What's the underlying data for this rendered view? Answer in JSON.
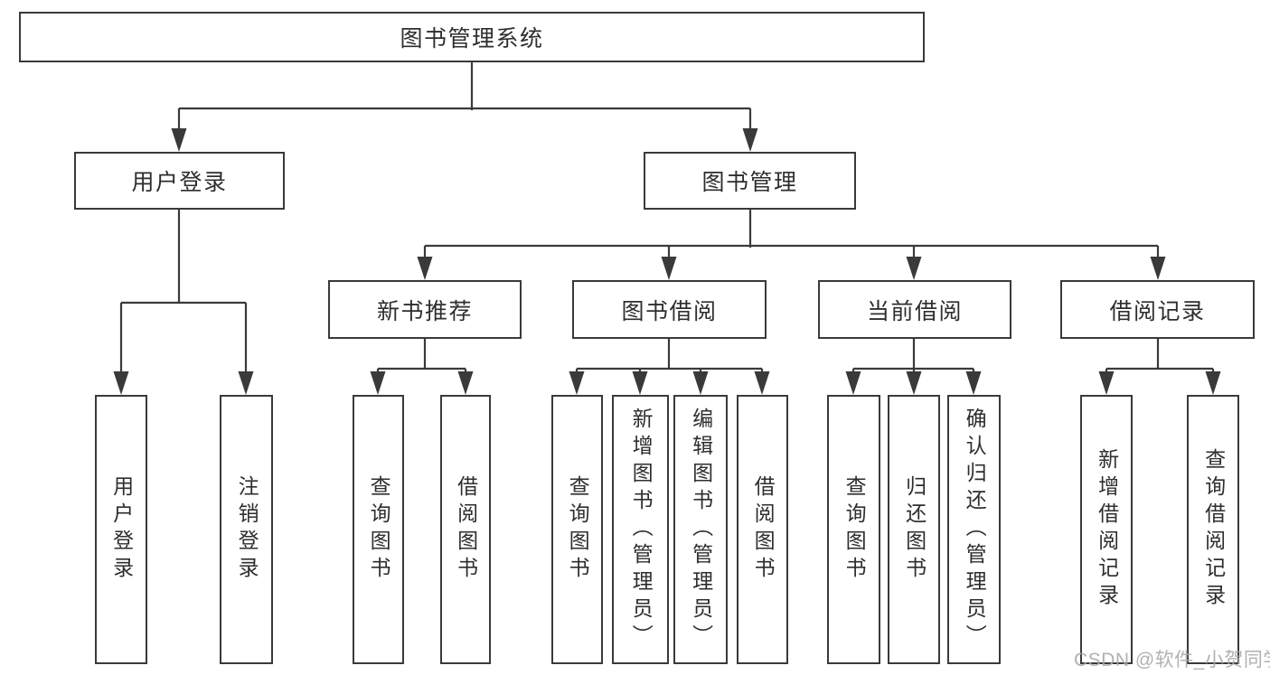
{
  "tree": {
    "label": "图书管理系统",
    "children": [
      {
        "label": "用户登录",
        "children": [
          {
            "label": "用户登录"
          },
          {
            "label": "注销登录"
          }
        ]
      },
      {
        "label": "图书管理",
        "children": [
          {
            "label": "新书推荐",
            "children": [
              {
                "label": "查询图书"
              },
              {
                "label": "借阅图书"
              }
            ]
          },
          {
            "label": "图书借阅",
            "children": [
              {
                "label": "查询图书"
              },
              {
                "label": "新增图书（管理员）"
              },
              {
                "label": "编辑图书（管理员）"
              },
              {
                "label": "借阅图书"
              }
            ]
          },
          {
            "label": "当前借阅",
            "children": [
              {
                "label": "查询图书"
              },
              {
                "label": "归还图书"
              },
              {
                "label": "确认归还（管理员）"
              }
            ]
          },
          {
            "label": "借阅记录",
            "children": [
              {
                "label": "新增借阅记录"
              },
              {
                "label": "查询借阅记录"
              }
            ]
          }
        ]
      }
    ]
  },
  "watermark": "CSDN @软件_小贺同学",
  "colors": {
    "line": "#3a3a3a",
    "box_border": "#3a3a3a",
    "text": "#2e2e2e",
    "watermark": "#a8a8a8",
    "background": "#ffffff"
  }
}
